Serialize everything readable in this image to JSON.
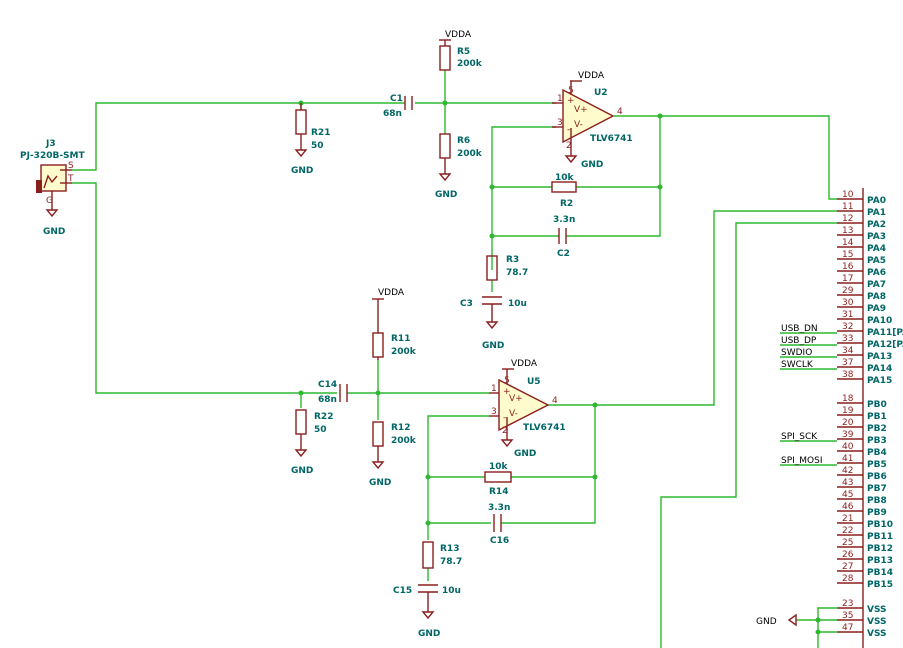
{
  "jack": {
    "ref": "J3",
    "value": "PJ-320B-SMT",
    "pin_s": "S",
    "pin_t": "T",
    "pin_g": "G",
    "gnd": "GND"
  },
  "c1": {
    "ref": "C1",
    "value": "68n"
  },
  "r21": {
    "ref": "R21",
    "value": "50",
    "gnd": "GND"
  },
  "r5": {
    "ref": "R5",
    "value": "200k",
    "supply": "VDDA"
  },
  "r6": {
    "ref": "R6",
    "value": "200k",
    "gnd": "GND"
  },
  "u2": {
    "ref": "U2",
    "value": "TLV6741",
    "supply": "VDDA",
    "gnd": "GND",
    "pin1": "1",
    "pin2": "2",
    "pin3": "3",
    "pin4": "4",
    "pin5": "5"
  },
  "r2": {
    "ref": "R2",
    "value": "10k"
  },
  "c2": {
    "ref": "C2",
    "value": "3.3n"
  },
  "r3": {
    "ref": "R3",
    "value": "78.7"
  },
  "c3": {
    "ref": "C3",
    "value": "10u",
    "gnd": "GND"
  },
  "r11": {
    "ref": "R11",
    "value": "200k",
    "supply": "VDDA"
  },
  "r12": {
    "ref": "R12",
    "value": "200k",
    "gnd": "GND"
  },
  "c14": {
    "ref": "C14",
    "value": "68n"
  },
  "r22": {
    "ref": "R22",
    "value": "50",
    "gnd": "GND"
  },
  "u5": {
    "ref": "U5",
    "value": "TLV6741",
    "supply": "VDDA",
    "gnd": "GND",
    "pin1": "1",
    "pin2": "2",
    "pin3": "3",
    "pin4": "4",
    "pin5": "5"
  },
  "r14": {
    "ref": "R14",
    "value": "10k"
  },
  "c16": {
    "ref": "C16",
    "value": "3.3n"
  },
  "r13": {
    "ref": "R13",
    "value": "78.7"
  },
  "c15": {
    "ref": "C15",
    "value": "10u",
    "gnd": "GND"
  },
  "mcu": {
    "gnd": "GND",
    "pins": [
      {
        "num": "10",
        "name": "PA0"
      },
      {
        "num": "11",
        "name": "PA1"
      },
      {
        "num": "12",
        "name": "PA2"
      },
      {
        "num": "13",
        "name": "PA3"
      },
      {
        "num": "14",
        "name": "PA4"
      },
      {
        "num": "15",
        "name": "PA5"
      },
      {
        "num": "16",
        "name": "PA6"
      },
      {
        "num": "17",
        "name": "PA7"
      },
      {
        "num": "29",
        "name": "PA8"
      },
      {
        "num": "30",
        "name": "PA9"
      },
      {
        "num": "31",
        "name": "PA10"
      },
      {
        "num": "32",
        "name": "PA11[PA"
      },
      {
        "num": "33",
        "name": "PA12[PA"
      },
      {
        "num": "34",
        "name": "PA13"
      },
      {
        "num": "37",
        "name": "PA14"
      },
      {
        "num": "38",
        "name": "PA15"
      },
      {
        "num": "18",
        "name": "PB0"
      },
      {
        "num": "19",
        "name": "PB1"
      },
      {
        "num": "20",
        "name": "PB2"
      },
      {
        "num": "39",
        "name": "PB3"
      },
      {
        "num": "40",
        "name": "PB4"
      },
      {
        "num": "41",
        "name": "PB5"
      },
      {
        "num": "42",
        "name": "PB6"
      },
      {
        "num": "43",
        "name": "PB7"
      },
      {
        "num": "45",
        "name": "PB8"
      },
      {
        "num": "46",
        "name": "PB9"
      },
      {
        "num": "21",
        "name": "PB10"
      },
      {
        "num": "22",
        "name": "PB11"
      },
      {
        "num": "25",
        "name": "PB12"
      },
      {
        "num": "26",
        "name": "PB13"
      },
      {
        "num": "27",
        "name": "PB14"
      },
      {
        "num": "28",
        "name": "PB15"
      },
      {
        "num": "23",
        "name": "VSS"
      },
      {
        "num": "35",
        "name": "VSS"
      },
      {
        "num": "47",
        "name": "VSS"
      }
    ]
  },
  "net_labels": {
    "usb_dn": "USB_DN",
    "usb_dp": "USB_DP",
    "swdio": "SWDIO",
    "swclk": "SWCLK",
    "spi_sck": "SPI_SCK",
    "spi_mosi": "SPI_MOSI"
  },
  "colors": {
    "wire": "#2eb82e",
    "symbol": "#8a1f1f",
    "body_fill": "#fffbcc",
    "ref_text": "#006666"
  }
}
